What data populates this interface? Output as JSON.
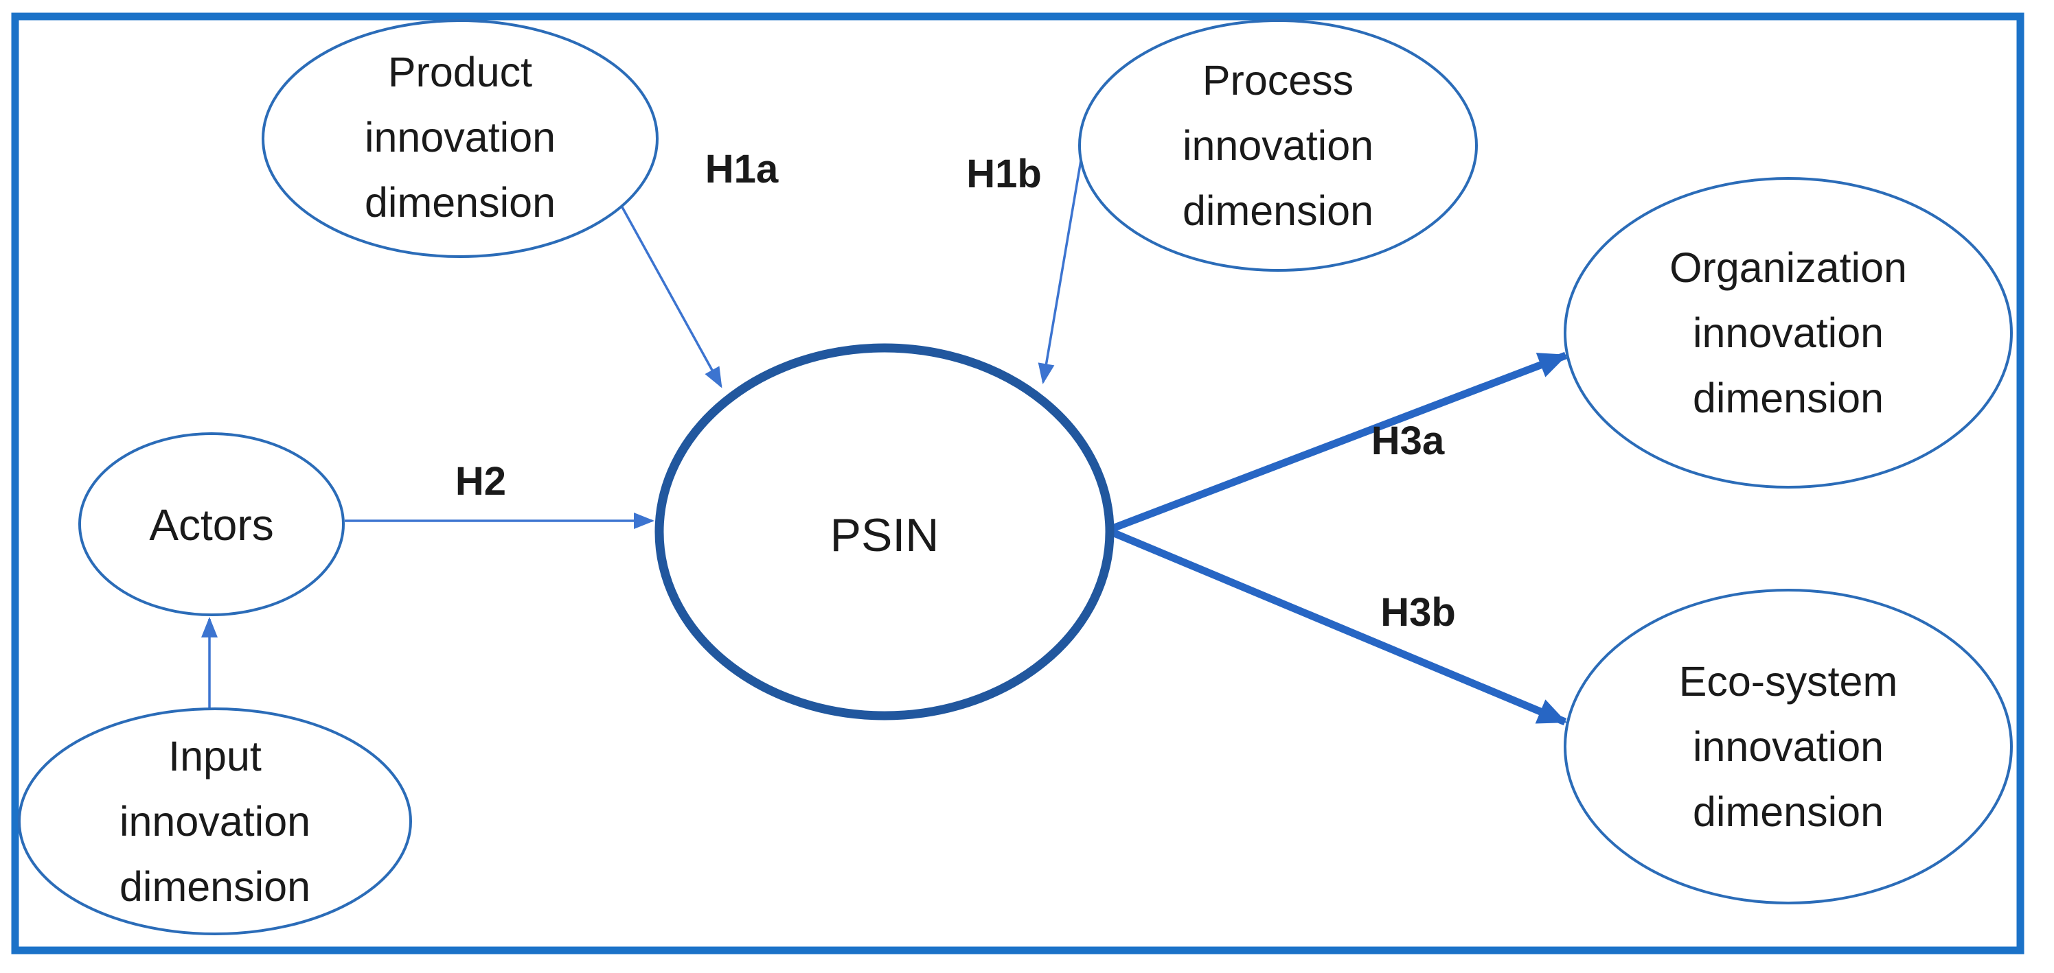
{
  "figure": {
    "description": "Conceptual research model diagram with hypothesis arrows centered on PSIN"
  },
  "colors": {
    "background": "#ffffff",
    "frame": "#1b72c8",
    "node_outline": "#2b6cb8",
    "psin_outline": "#21579e",
    "thin_arrow": "#3c74d0",
    "thick_arrow": "#2766c4",
    "text": "#1a1a1a"
  },
  "nodes": {
    "product": {
      "lines": [
        "Product",
        "innovation",
        "dimension"
      ]
    },
    "process": {
      "lines": [
        "Process",
        "innovation",
        "dimension"
      ]
    },
    "actors": {
      "label": "Actors"
    },
    "input": {
      "lines": [
        "Input",
        "innovation",
        "dimension"
      ]
    },
    "psin": {
      "label": "PSIN"
    },
    "organization": {
      "lines": [
        "Organization",
        "innovation",
        "dimension"
      ]
    },
    "ecosystem": {
      "lines": [
        "Eco-system",
        "innovation",
        "dimension"
      ]
    }
  },
  "edges": {
    "h1a": {
      "label": "H1a",
      "from": "product",
      "to": "psin",
      "style": "thin"
    },
    "h1b": {
      "label": "H1b",
      "from": "process",
      "to": "psin",
      "style": "thin"
    },
    "h2": {
      "label": "H2",
      "from": "actors",
      "to": "psin",
      "style": "thin"
    },
    "h3a": {
      "label": "H3a",
      "from": "psin",
      "to": "organization",
      "style": "thick"
    },
    "h3b": {
      "label": "H3b",
      "from": "psin",
      "to": "ecosystem",
      "style": "thick"
    },
    "input_to_actors": {
      "label": "",
      "from": "input",
      "to": "actors",
      "style": "thin"
    }
  }
}
